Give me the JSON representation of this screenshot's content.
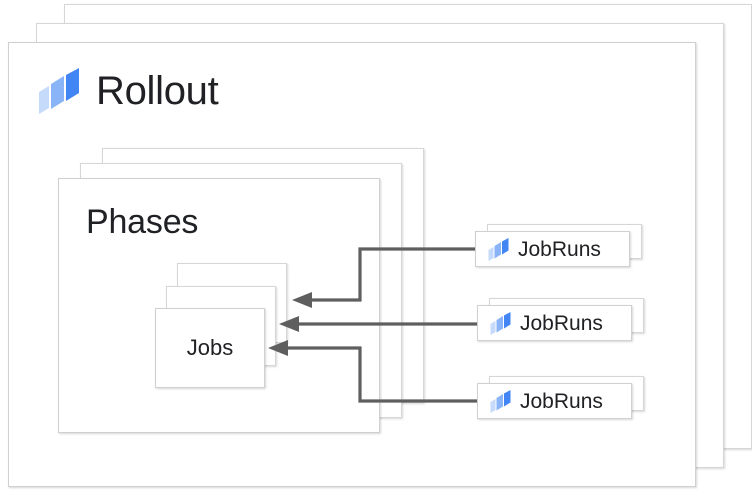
{
  "diagram": {
    "title": "Rollout",
    "logo_icon": "rollout-parallelogram-icon",
    "colors": {
      "card_border": "#d0d0d0",
      "card_background": "#ffffff",
      "text": "#202124",
      "arrow": "#5f5f5f",
      "logo_light_blue": "#c6dafc",
      "logo_mid_blue": "#8ab4f8",
      "logo_dark_blue": "#4285f4"
    },
    "rollout_stack": {
      "label": "Rollout",
      "card_count": 3
    },
    "phases_stack": {
      "label": "Phases",
      "card_count": 3
    },
    "jobs_stack": {
      "label": "Jobs",
      "card_count": 3
    },
    "jobruns": [
      {
        "label": "JobRuns",
        "icon": "rollout-parallelogram-icon",
        "card_count": 2
      },
      {
        "label": "JobRuns",
        "icon": "rollout-parallelogram-icon",
        "card_count": 2
      },
      {
        "label": "JobRuns",
        "icon": "rollout-parallelogram-icon",
        "card_count": 2
      }
    ],
    "connections": [
      {
        "from": "JobRuns",
        "to": "Jobs",
        "style": "elbow-arrow-left"
      },
      {
        "from": "JobRuns",
        "to": "Jobs",
        "style": "straight-arrow-left"
      },
      {
        "from": "JobRuns",
        "to": "Jobs",
        "style": "elbow-arrow-left"
      }
    ]
  }
}
